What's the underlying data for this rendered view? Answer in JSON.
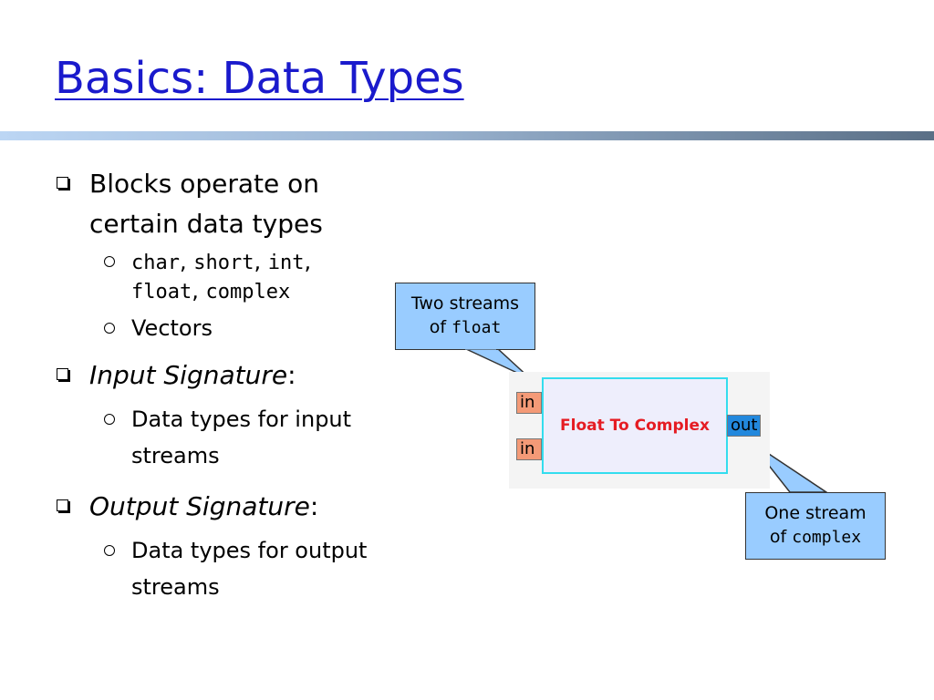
{
  "title": "Basics: Data Types",
  "bullets": {
    "b1_line1": "Blocks operate on",
    "b1_line2": "certain data types",
    "types": {
      "t1": "char",
      "sep1": ",",
      "t2": "short",
      "sep2": ",",
      "t3": "int",
      "sep3": ",",
      "t4": "float",
      "sep4": ",",
      "t5": "complex"
    },
    "vectors": "Vectors",
    "input_sig": "Input Signature",
    "input_colon": ":",
    "input_desc_l1": "Data types for input",
    "input_desc_l2": "streams",
    "output_sig": "Output Signature",
    "output_colon": ":",
    "output_desc_l1": "Data types for output",
    "output_desc_l2": "streams"
  },
  "callout_top": {
    "line1": "Two streams",
    "of": "of",
    "type": "float"
  },
  "callout_bottom": {
    "line1": "One stream",
    "of": "of",
    "type": "complex"
  },
  "block": {
    "name": "Float To Complex",
    "in1": "in",
    "in2": "in",
    "out": "out"
  },
  "colors": {
    "title": "#1a1acc",
    "callout": "#99ccff",
    "block_label": "#e51c23",
    "in_port": "#f49a77",
    "out_port": "#2288dd",
    "block_border": "#33ddee"
  }
}
